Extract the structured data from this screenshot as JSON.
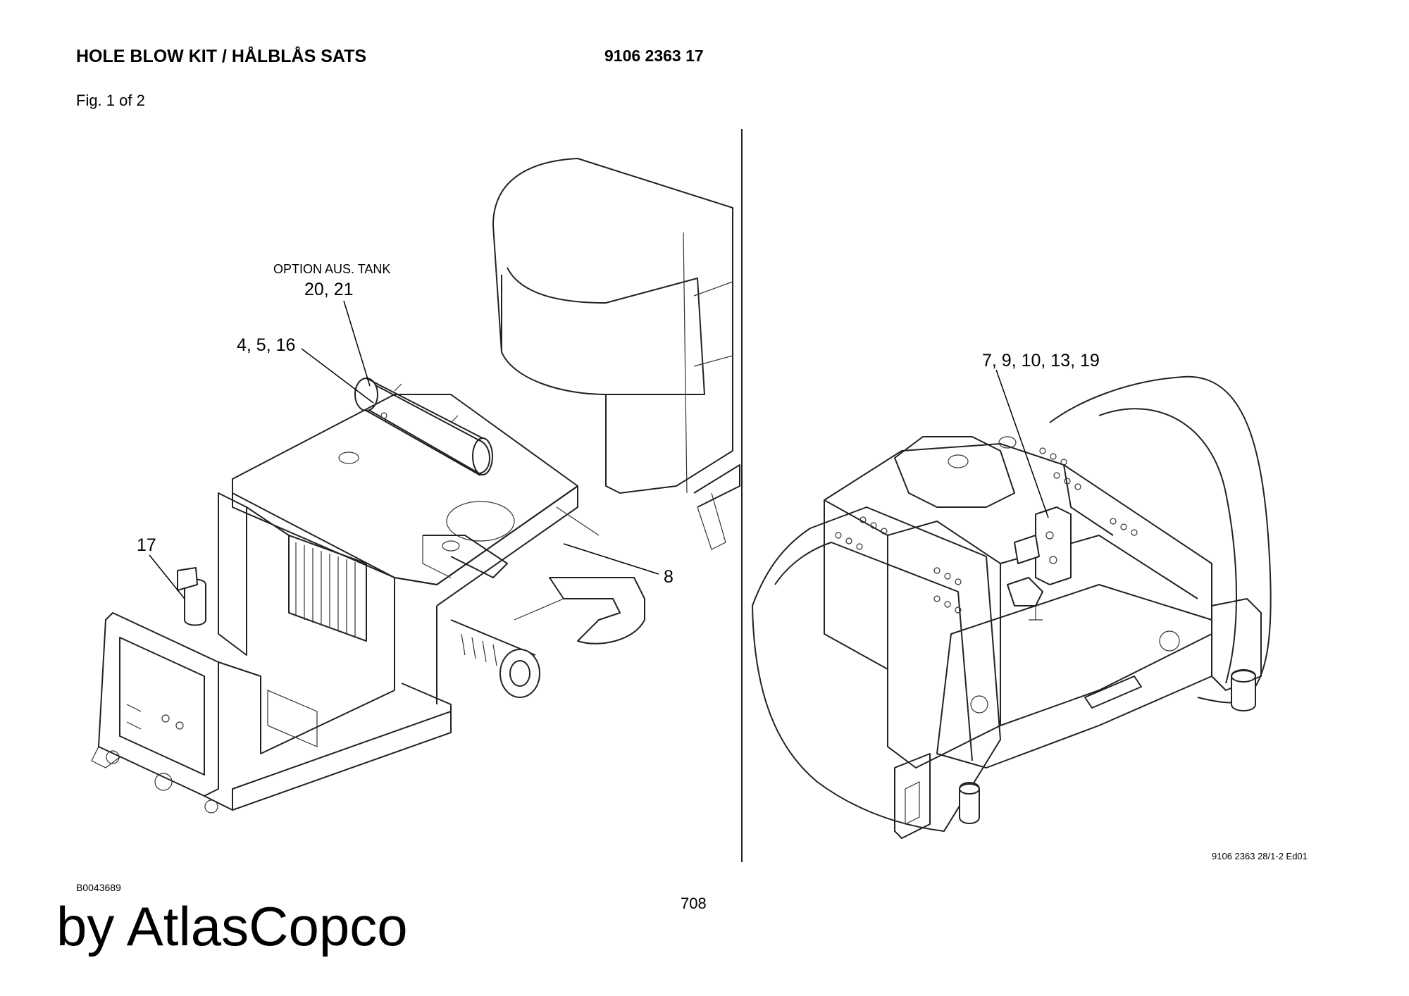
{
  "header": {
    "title": "HOLE BLOW KIT / HÅLBLÅS SATS",
    "part_number": "9106 2363 17",
    "figure": "Fig. 1 of 2"
  },
  "left_drawing": {
    "callouts": {
      "option_note": "OPTION AUS. TANK",
      "tank": "20, 21",
      "receiver": "4, 5, 16",
      "filter": "17",
      "valve": "8"
    }
  },
  "right_drawing": {
    "callouts": {
      "valve_block": "7, 9, 10, 13, 19"
    },
    "drawing_id": "9106 2363 28/1-2 Ed01"
  },
  "footer": {
    "doc_id": "B0043689",
    "page_number": "708",
    "brand": "by AtlasCopco"
  }
}
